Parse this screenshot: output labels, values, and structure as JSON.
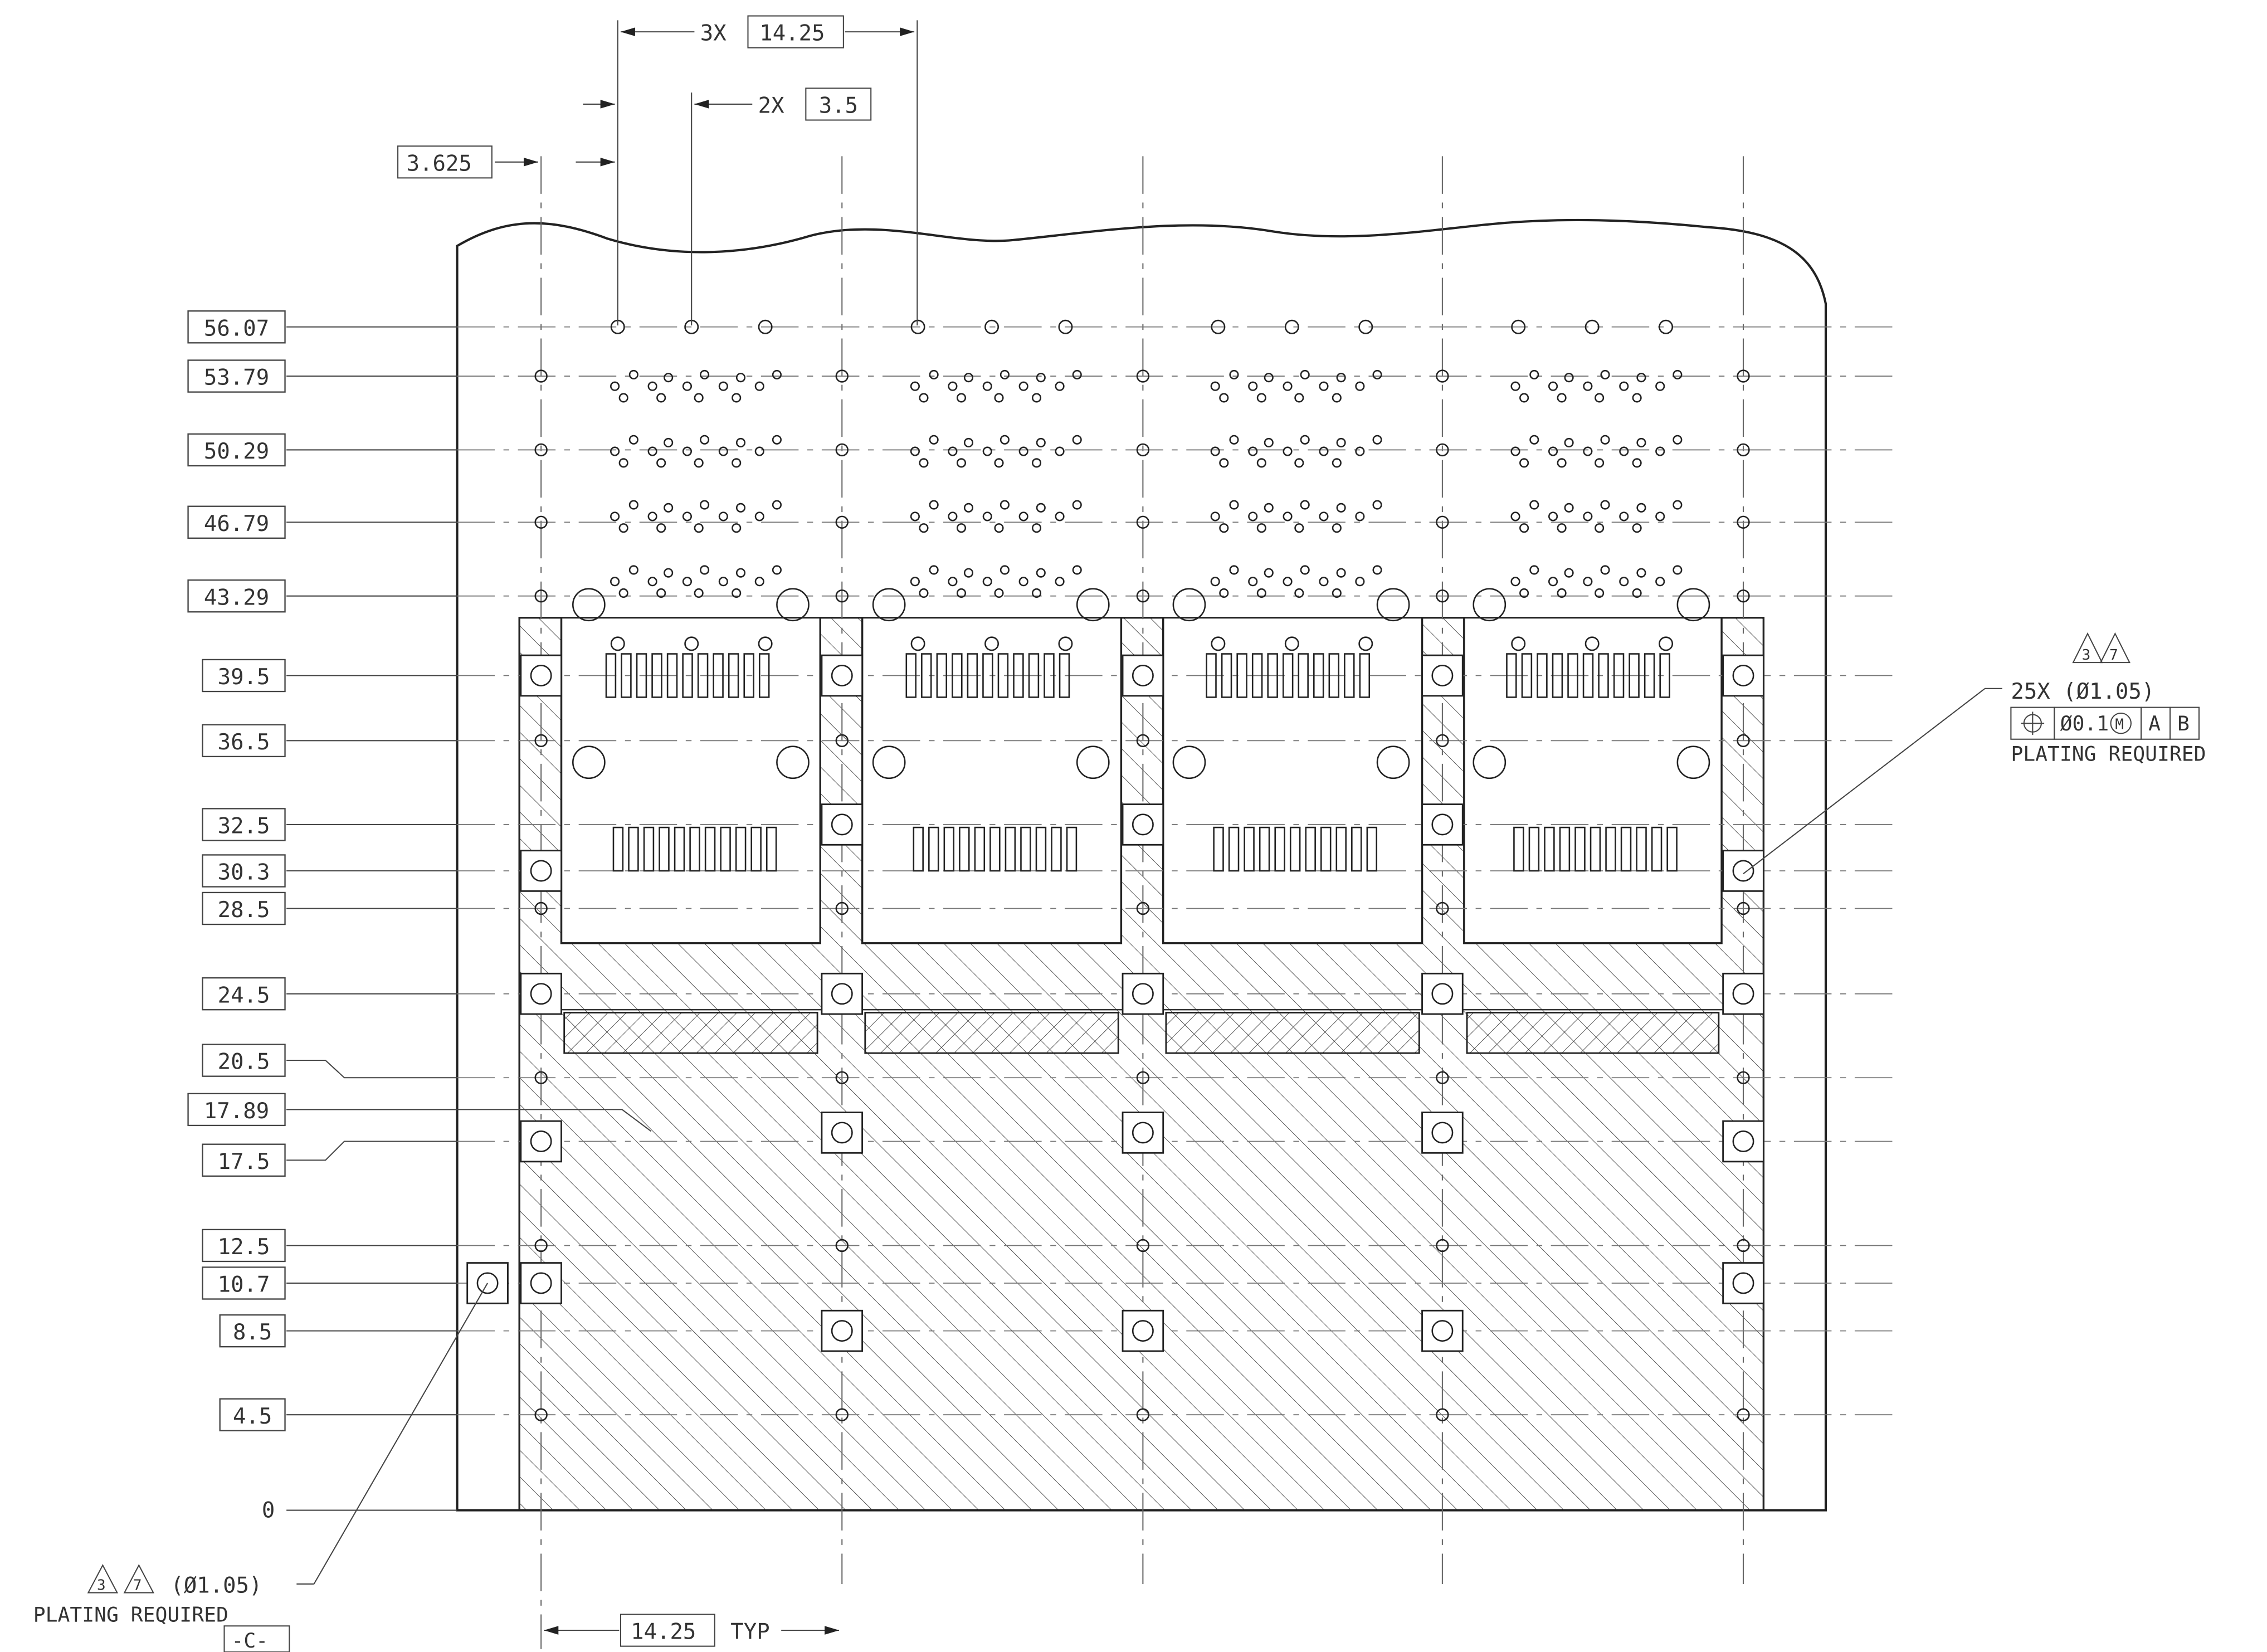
{
  "drawing": {
    "row_dimensions": [
      "56.07",
      "53.79",
      "50.29",
      "46.79",
      "43.29",
      "39.5",
      "36.5",
      "32.5",
      "30.3",
      "28.5",
      "24.5",
      "20.5",
      "17.89",
      "17.5",
      "12.5",
      "10.7",
      "8.5",
      "4.5",
      "0"
    ],
    "top_dims": {
      "pitch_prefix": "3X",
      "pitch_value": "14.25",
      "spacing_prefix": "2X",
      "spacing_value": "3.5",
      "offset_value": "3.625"
    },
    "bottom_dim": {
      "value": "14.25",
      "suffix": "TYP"
    },
    "note_right": {
      "flag_a": "3",
      "flag_b": "7",
      "count_dia": "25X (Ø1.05)",
      "fcf_tolerance": "Ø0.1",
      "fcf_modifier": "M",
      "fcf_datum_1": "A",
      "fcf_datum_2": "B",
      "plating": "PLATING REQUIRED"
    },
    "note_left": {
      "flag_a": "3",
      "flag_b": "7",
      "dia": "(Ø1.05)",
      "plating": "PLATING REQUIRED",
      "datum": "-C-"
    },
    "colors": {
      "line": "#222222",
      "dim": "#444444",
      "background": "#ffffff"
    }
  }
}
